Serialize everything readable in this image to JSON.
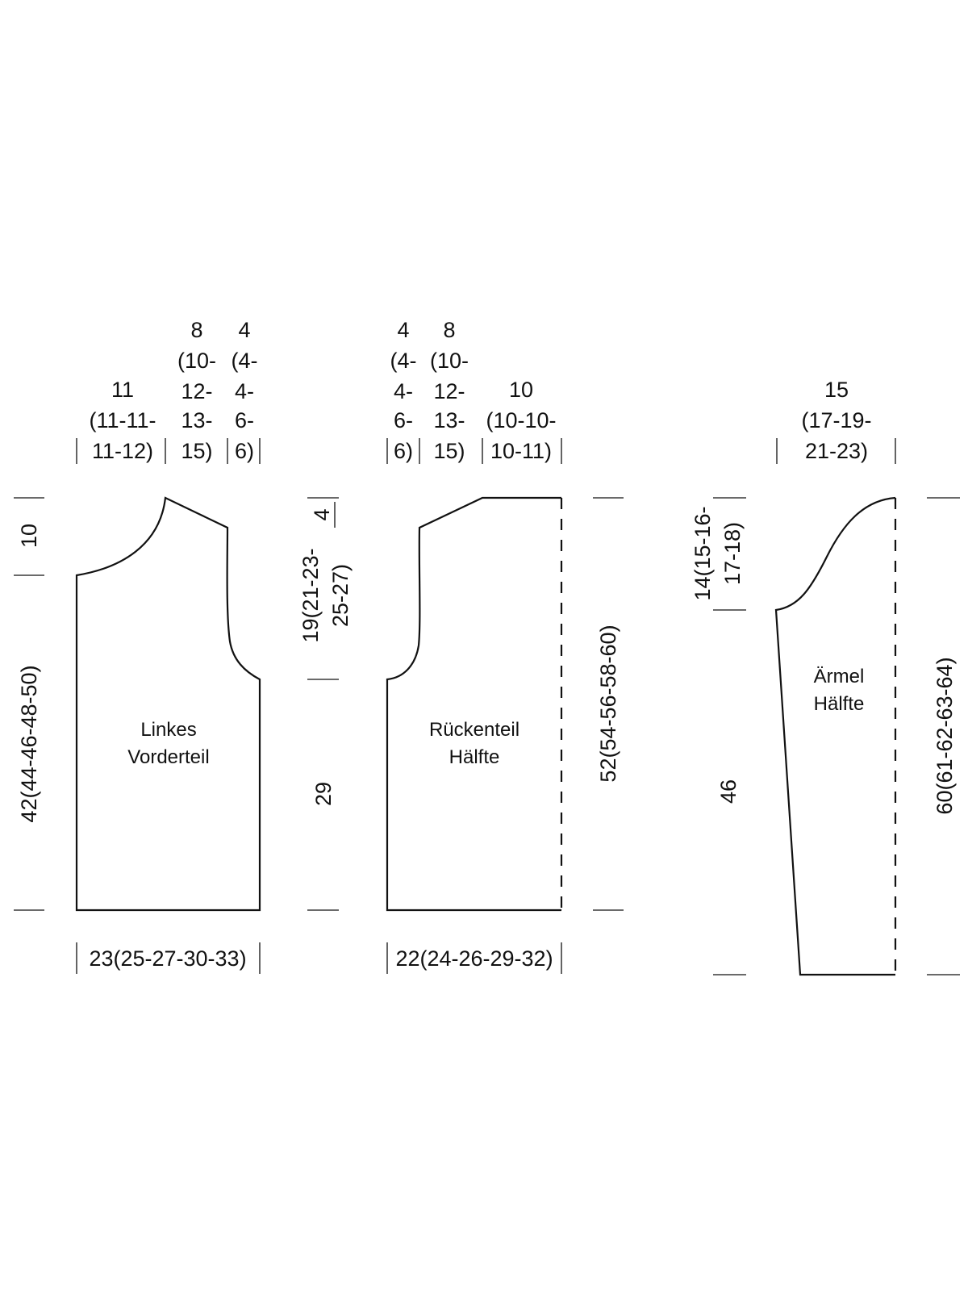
{
  "front": {
    "label": [
      "Linkes",
      "Vorderteil"
    ],
    "top_dims": {
      "piece1": [
        "11",
        "(11-11-",
        "11-12)"
      ],
      "piece2": [
        "8",
        "(10-",
        "12-",
        "13-",
        "15)"
      ],
      "piece3": [
        "4",
        "(4-",
        "4-",
        "6-",
        "6)"
      ]
    },
    "left_dims": {
      "upper": "10",
      "lower": "42(44-46-48-50)"
    },
    "right_dims": {
      "top": "4",
      "armhole": [
        "19(21-23-",
        "25-27)"
      ],
      "lower": "29"
    },
    "bottom_dim": "23(25-27-30-33)"
  },
  "back": {
    "label": [
      "Rückenteil",
      "Hälfte"
    ],
    "top_dims": {
      "piece1": [
        "4",
        "(4-",
        "4-",
        "6-",
        "6)"
      ],
      "piece2": [
        "8",
        "(10-",
        "12-",
        "13-",
        "15)"
      ],
      "piece3": [
        "10",
        "(10-10-",
        "10-11)"
      ]
    },
    "right_dim": "52(54-56-58-60)",
    "bottom_dim": "22(24-26-29-32)"
  },
  "sleeve": {
    "label": [
      "Ärmel",
      "Hälfte"
    ],
    "top_dim": [
      "15",
      "(17-19-",
      "21-23)"
    ],
    "left_dims": {
      "cap": [
        "14(15-16-",
        "17-18)"
      ],
      "lower": "46"
    },
    "right_dim": "60(61-62-63-64)"
  }
}
